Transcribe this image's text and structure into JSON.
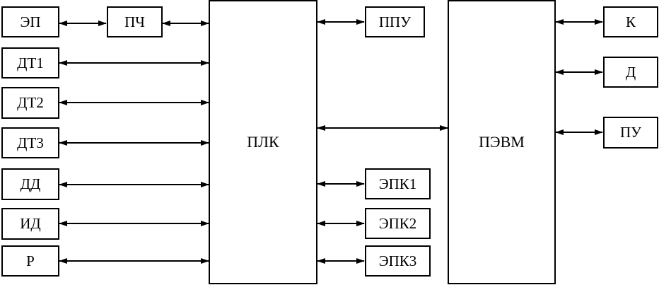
{
  "blocks": {
    "ep": "ЭП",
    "pch": "ПЧ",
    "dt1": "ДТ1",
    "dt2": "ДТ2",
    "dt3": "ДТ3",
    "dd": "ДД",
    "id": "ИД",
    "r": "Р",
    "plk": "ПЛК",
    "ppu": "ППУ",
    "epk1": "ЭПК1",
    "epk2": "ЭПК2",
    "epk3": "ЭПК3",
    "pevm": "ПЭВМ",
    "k": "К",
    "d": "Д",
    "pu": "ПУ"
  },
  "connections": [
    {
      "from": "ep",
      "to": "pch",
      "direction": "bidirectional"
    },
    {
      "from": "pch",
      "to": "plk",
      "direction": "bidirectional"
    },
    {
      "from": "dt1",
      "to": "plk",
      "direction": "bidirectional"
    },
    {
      "from": "dt2",
      "to": "plk",
      "direction": "bidirectional"
    },
    {
      "from": "dt3",
      "to": "plk",
      "direction": "bidirectional"
    },
    {
      "from": "dd",
      "to": "plk",
      "direction": "bidirectional"
    },
    {
      "from": "id",
      "to": "plk",
      "direction": "bidirectional"
    },
    {
      "from": "r",
      "to": "plk",
      "direction": "bidirectional"
    },
    {
      "from": "plk",
      "to": "ppu",
      "direction": "bidirectional"
    },
    {
      "from": "plk",
      "to": "epk1",
      "direction": "bidirectional"
    },
    {
      "from": "plk",
      "to": "epk2",
      "direction": "bidirectional"
    },
    {
      "from": "plk",
      "to": "epk3",
      "direction": "bidirectional"
    },
    {
      "from": "plk",
      "to": "pevm",
      "direction": "bidirectional"
    },
    {
      "from": "pevm",
      "to": "k",
      "direction": "bidirectional"
    },
    {
      "from": "pevm",
      "to": "d",
      "direction": "bidirectional"
    },
    {
      "from": "pevm",
      "to": "pu",
      "direction": "bidirectional"
    }
  ]
}
